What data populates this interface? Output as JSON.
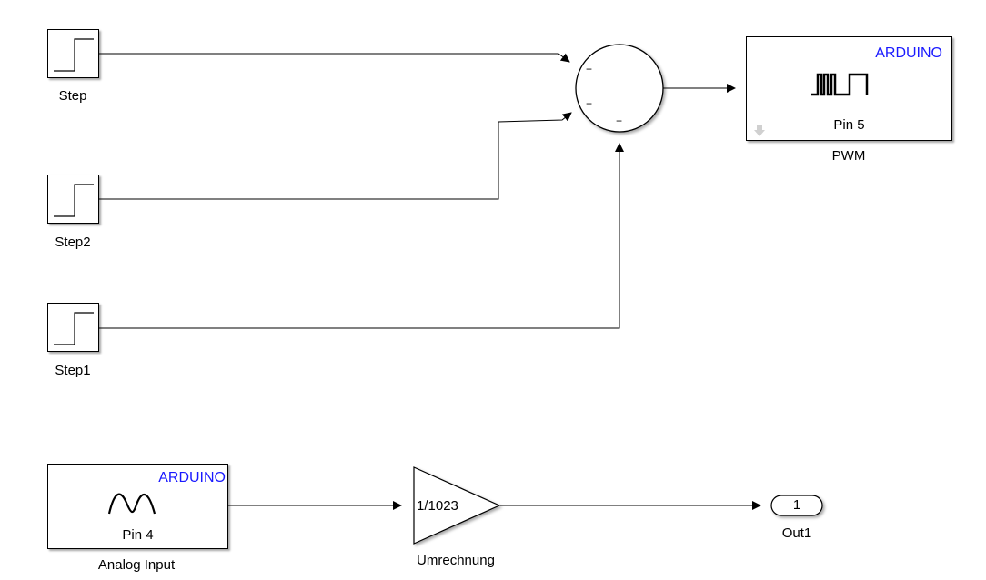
{
  "diagram": {
    "blocks": {
      "step": {
        "label": "Step",
        "type": "step-source"
      },
      "step2": {
        "label": "Step2",
        "type": "step-source"
      },
      "step1": {
        "label": "Step1",
        "type": "step-source"
      },
      "sum": {
        "type": "sum",
        "signs": [
          "+",
          "−",
          "−"
        ]
      },
      "pwm": {
        "label": "PWM",
        "brand": "ARDUINO",
        "pin": "Pin 5",
        "type": "pwm-output"
      },
      "analog": {
        "label": "Analog Input",
        "brand": "ARDUINO",
        "pin": "Pin 4",
        "type": "analog-input"
      },
      "gain": {
        "label": "Umrechnung",
        "value": "1/1023",
        "type": "gain"
      },
      "out": {
        "label": "Out1",
        "port": "1",
        "type": "outport"
      }
    },
    "colors": {
      "brand": "#1a1aff",
      "line": "#000000"
    },
    "connections": [
      {
        "from": "step",
        "to": "sum",
        "port": "+"
      },
      {
        "from": "step2",
        "to": "sum",
        "port": "−"
      },
      {
        "from": "step1",
        "to": "sum",
        "port": "−"
      },
      {
        "from": "sum",
        "to": "pwm"
      },
      {
        "from": "analog",
        "to": "gain"
      },
      {
        "from": "gain",
        "to": "out"
      }
    ]
  }
}
